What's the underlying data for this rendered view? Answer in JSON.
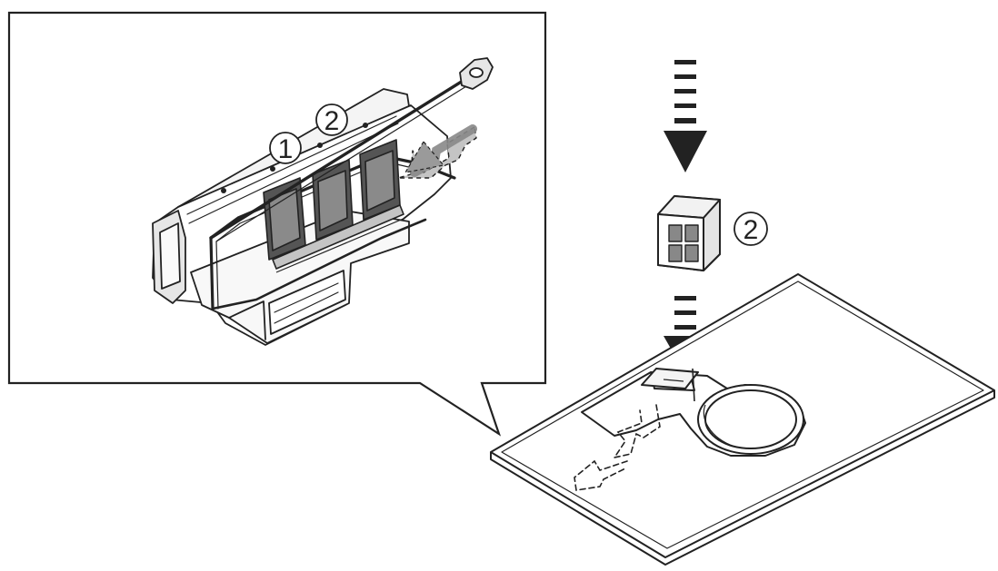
{
  "diagram": {
    "callout_labels": [
      "1",
      "2"
    ],
    "part_label": "2",
    "colors": {
      "line": "#222222",
      "shade_dark": "#555555",
      "shade_mid": "#8a8a8a",
      "shade_light": "#c4c4c4",
      "background": "#ffffff"
    },
    "icons": [
      "down-arrow-icon",
      "insert-arrow-icon",
      "dashed-insert-arrow-icon"
    ]
  }
}
